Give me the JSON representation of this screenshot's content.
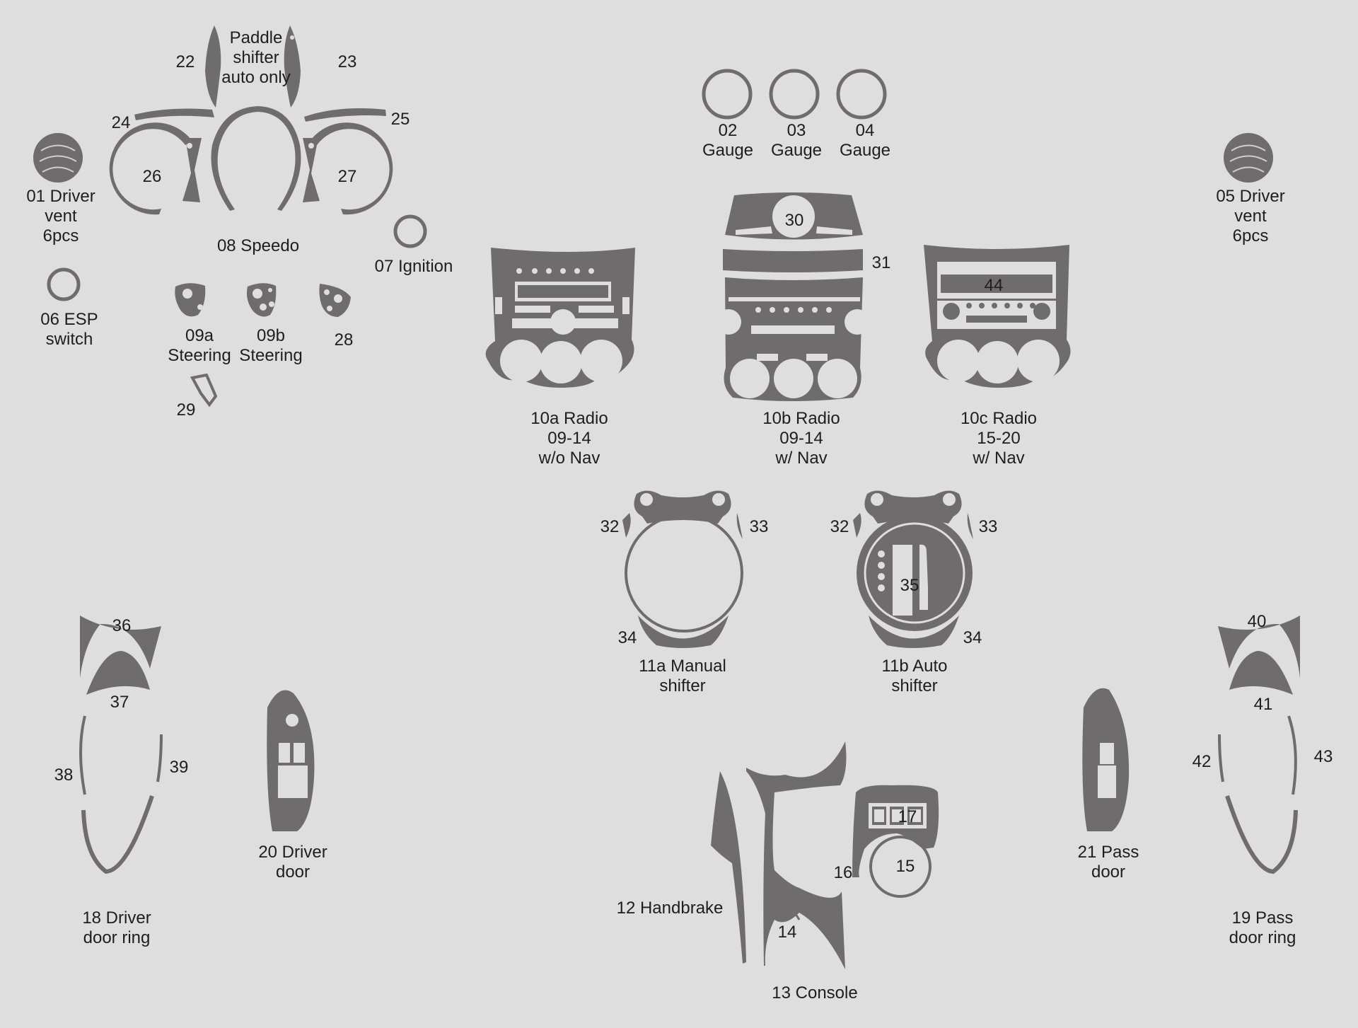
{
  "colors": {
    "background": "#dedede",
    "piece": "#6e6c6c",
    "text": "#1e1e1e"
  },
  "labels": {
    "paddle": [
      "Paddle",
      "shifter",
      "auto only"
    ],
    "driver_vent_01": [
      "01 Driver",
      "vent",
      "6pcs"
    ],
    "driver_vent_05": [
      "05 Driver",
      "vent",
      "6pcs"
    ],
    "esp": [
      "06 ESP",
      "switch"
    ],
    "ignition": "07 Ignition",
    "speedo": "08 Speedo",
    "steering_09a": [
      "09a",
      "Steering"
    ],
    "steering_09b": [
      "09b",
      "Steering"
    ],
    "gauge_02": [
      "02",
      "Gauge"
    ],
    "gauge_03": [
      "03",
      "Gauge"
    ],
    "gauge_04": [
      "04",
      "Gauge"
    ],
    "radio_10a": [
      "10a Radio",
      "09-14",
      "w/o Nav"
    ],
    "radio_10b": [
      "10b Radio",
      "09-14",
      "w/ Nav"
    ],
    "radio_10c": [
      "10c Radio",
      "15-20",
      "w/ Nav"
    ],
    "manual_shifter": [
      "11a Manual",
      "shifter"
    ],
    "auto_shifter": [
      "11b Auto",
      "shifter"
    ],
    "handbrake": "12 Handbrake",
    "console": "13 Console",
    "driver_door_ring": [
      "18 Driver",
      "door ring"
    ],
    "pass_door_ring": [
      "19 Pass",
      "door ring"
    ],
    "driver_door": [
      "20 Driver",
      "door"
    ],
    "pass_door": [
      "21 Pass",
      "door"
    ]
  },
  "numbers": {
    "n22": "22",
    "n23": "23",
    "n24": "24",
    "n25": "25",
    "n26": "26",
    "n27": "27",
    "n28": "28",
    "n29": "29",
    "n30": "30",
    "n31": "31",
    "n44": "44",
    "n32a": "32",
    "n33a": "33",
    "n34a": "34",
    "n32b": "32",
    "n33b": "33",
    "n34b": "34",
    "n35": "35",
    "n36": "36",
    "n37": "37",
    "n38": "38",
    "n39": "39",
    "n40": "40",
    "n41": "41",
    "n42": "42",
    "n43": "43",
    "n14": "14",
    "n15": "15",
    "n16": "16",
    "n17": "17"
  }
}
